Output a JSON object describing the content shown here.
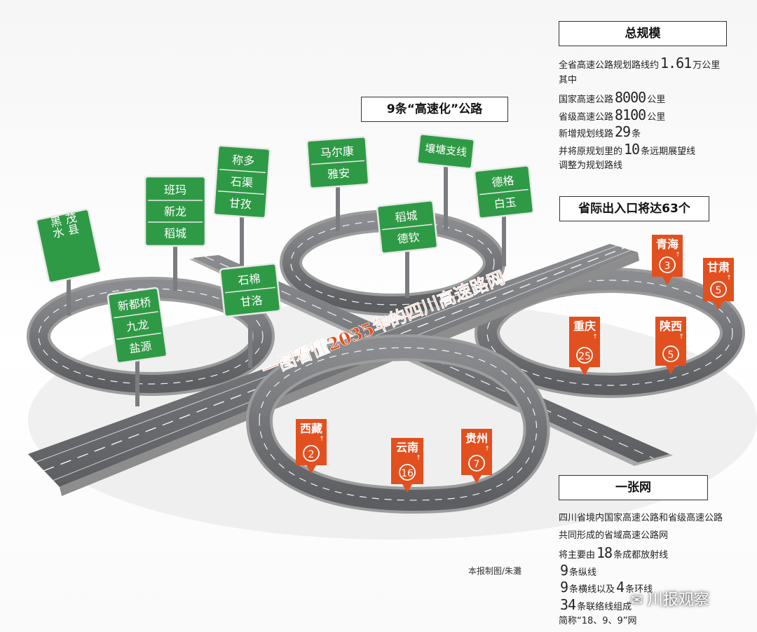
{
  "summary": {
    "title": "总规模",
    "lines": [
      {
        "pre": "全省高速公路规划路线约",
        "num": "1.61",
        "post": "万公里"
      },
      {
        "pre": "其中",
        "num": "",
        "post": ""
      },
      {
        "pre": "国家高速公路",
        "num": "8000",
        "post": "公里"
      },
      {
        "pre": "省级高速公路",
        "num": "8100",
        "post": "公里"
      },
      {
        "pre": "新增规划线路",
        "num": "29",
        "post": "条"
      },
      {
        "pre": "并将原规划里的",
        "num": "10",
        "post": "条远期展望线"
      },
      {
        "pre": "调整为规划路线",
        "num": "",
        "post": ""
      }
    ]
  },
  "roads_title": "9条“高速化”公路",
  "exits_title": "省际出入口将达63个",
  "banner": "一图看懂2035年的四川高速路网",
  "network": {
    "title": "一张网",
    "lines": [
      {
        "pre": "四川省境内国家高速公路和省级高速公路",
        "num": "",
        "post": ""
      },
      {
        "pre": "共同形成的省域高速公路网",
        "num": "",
        "post": ""
      },
      {
        "pre": "将主要由",
        "num": "18",
        "post": "条成都放射线"
      },
      {
        "pre": "",
        "num": "9",
        "post": "条纵线"
      },
      {
        "pre": "",
        "num": "9",
        "post": "条横线以及"
      },
      {
        "pre": "",
        "num": "34",
        "post": "条联络线组成"
      },
      {
        "pre": "简称“18、9、9”网",
        "num": "",
        "post": ""
      }
    ],
    "ring_count": "4",
    "ring_label": "条环线"
  },
  "credit": "本报制图/朱灘",
  "wechat": "川报观察",
  "green_signs": [
    {
      "lines": [
        "茂县",
        "黑水"
      ]
    },
    {
      "lines": [
        "班玛",
        "新龙",
        "稻城"
      ]
    },
    {
      "lines": [
        "称多",
        "石渠",
        "甘孜"
      ]
    },
    {
      "lines": [
        "马尔康",
        "雅安"
      ]
    },
    {
      "lines": [
        "壤塘支线"
      ]
    },
    {
      "lines": [
        "德格",
        "白玉"
      ]
    },
    {
      "lines": [
        "稻城",
        "德钦"
      ]
    },
    {
      "lines": [
        "石棉",
        "甘洛"
      ]
    },
    {
      "lines": [
        "新都桥",
        "九龙",
        "盐源"
      ]
    }
  ],
  "exit_pins": [
    {
      "name": "青海",
      "count": "3"
    },
    {
      "name": "甘肃",
      "count": "5"
    },
    {
      "name": "重庆",
      "count": "25"
    },
    {
      "name": "陕西",
      "count": "5"
    },
    {
      "name": "西藏",
      "count": "2"
    },
    {
      "name": "云南",
      "count": "16"
    },
    {
      "name": "贵州",
      "count": "7"
    }
  ],
  "colors": {
    "sign_green": "#2f9a46",
    "pin_orange": "#e2501f",
    "road_gray": "#6d6f72"
  }
}
